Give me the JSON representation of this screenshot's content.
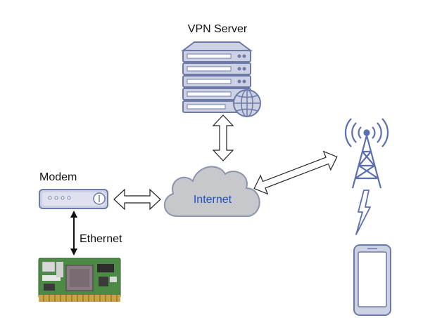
{
  "labels": {
    "vpn_server": "VPN Server",
    "modem": "Modem",
    "internet": "Internet",
    "ethernet": "Ethernet"
  },
  "colors": {
    "device_stroke": "#6d7aa8",
    "device_fill": "#ccd1e3",
    "slot_fill": "#ffffff",
    "cloud_fill": "#c7c8cb",
    "cloud_stroke": "#8c94ad",
    "tower_blue": "#5c6eb2",
    "internet_text": "#1f4fc0",
    "board_green": "#4d8a45",
    "chip_grey": "#7a6a74"
  },
  "icons": {
    "server": "server-rack-icon",
    "globe": "globe-icon",
    "modem": "modem-icon",
    "cloud": "cloud-icon",
    "tower": "cell-tower-icon",
    "lightning": "lightning-icon",
    "phone": "smartphone-icon",
    "board": "circuit-board-icon"
  }
}
